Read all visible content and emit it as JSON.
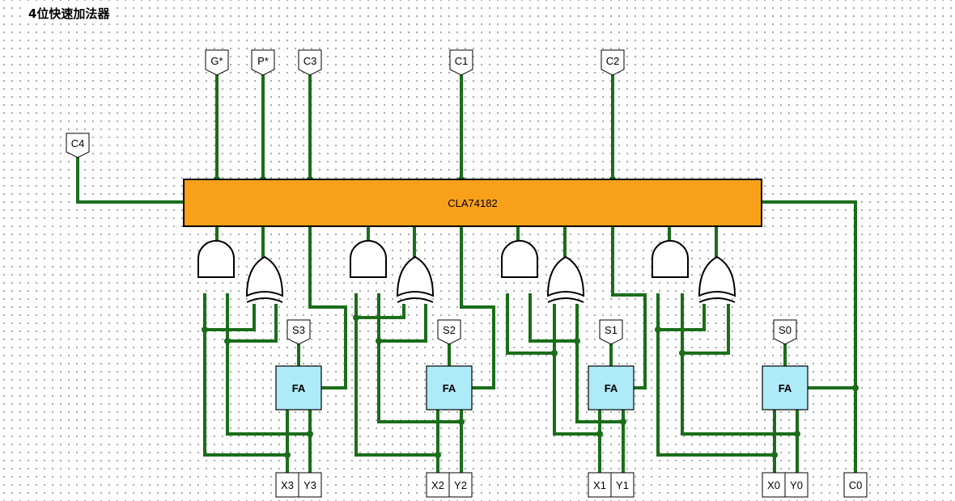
{
  "title": "4位快速加法器",
  "chip": {
    "label": "CLA74182"
  },
  "pins": {
    "g_star": "G*",
    "p_star": "P*",
    "c3": "C3",
    "c1": "C1",
    "c2": "C2",
    "c4": "C4",
    "s3": "S3",
    "s2": "S2",
    "s1": "S1",
    "s0": "S0",
    "x3": "X3",
    "y3": "Y3",
    "x2": "X2",
    "y2": "Y2",
    "x1": "X1",
    "y1": "Y1",
    "x0": "X0",
    "y0": "Y0",
    "c0": "C0"
  },
  "adders": {
    "fa3": "FA",
    "fa2": "FA",
    "fa1": "FA",
    "fa0": "FA"
  },
  "colors": {
    "wire": "#1a6e1a",
    "chip": "#f9a01b",
    "adder": "#aeeaf8"
  }
}
